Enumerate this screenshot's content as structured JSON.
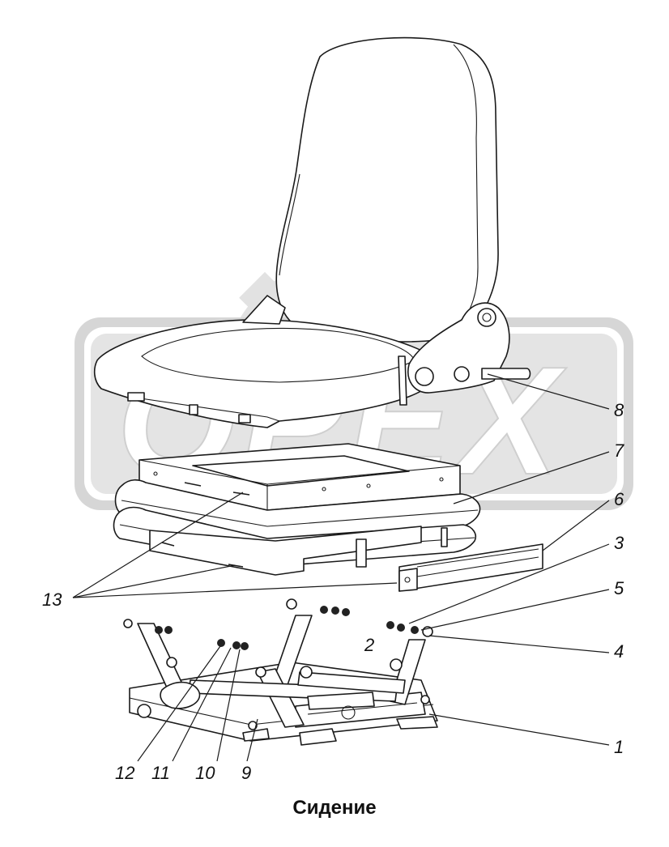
{
  "caption": "Сидение",
  "watermark": "OPEX",
  "callouts": [
    "1",
    "2",
    "3",
    "4",
    "5",
    "6",
    "7",
    "8",
    "9",
    "10",
    "11",
    "12",
    "13"
  ],
  "colors": {
    "line": "#1a1a1a",
    "watermark": "#d9d9d9",
    "background": "#ffffff"
  }
}
